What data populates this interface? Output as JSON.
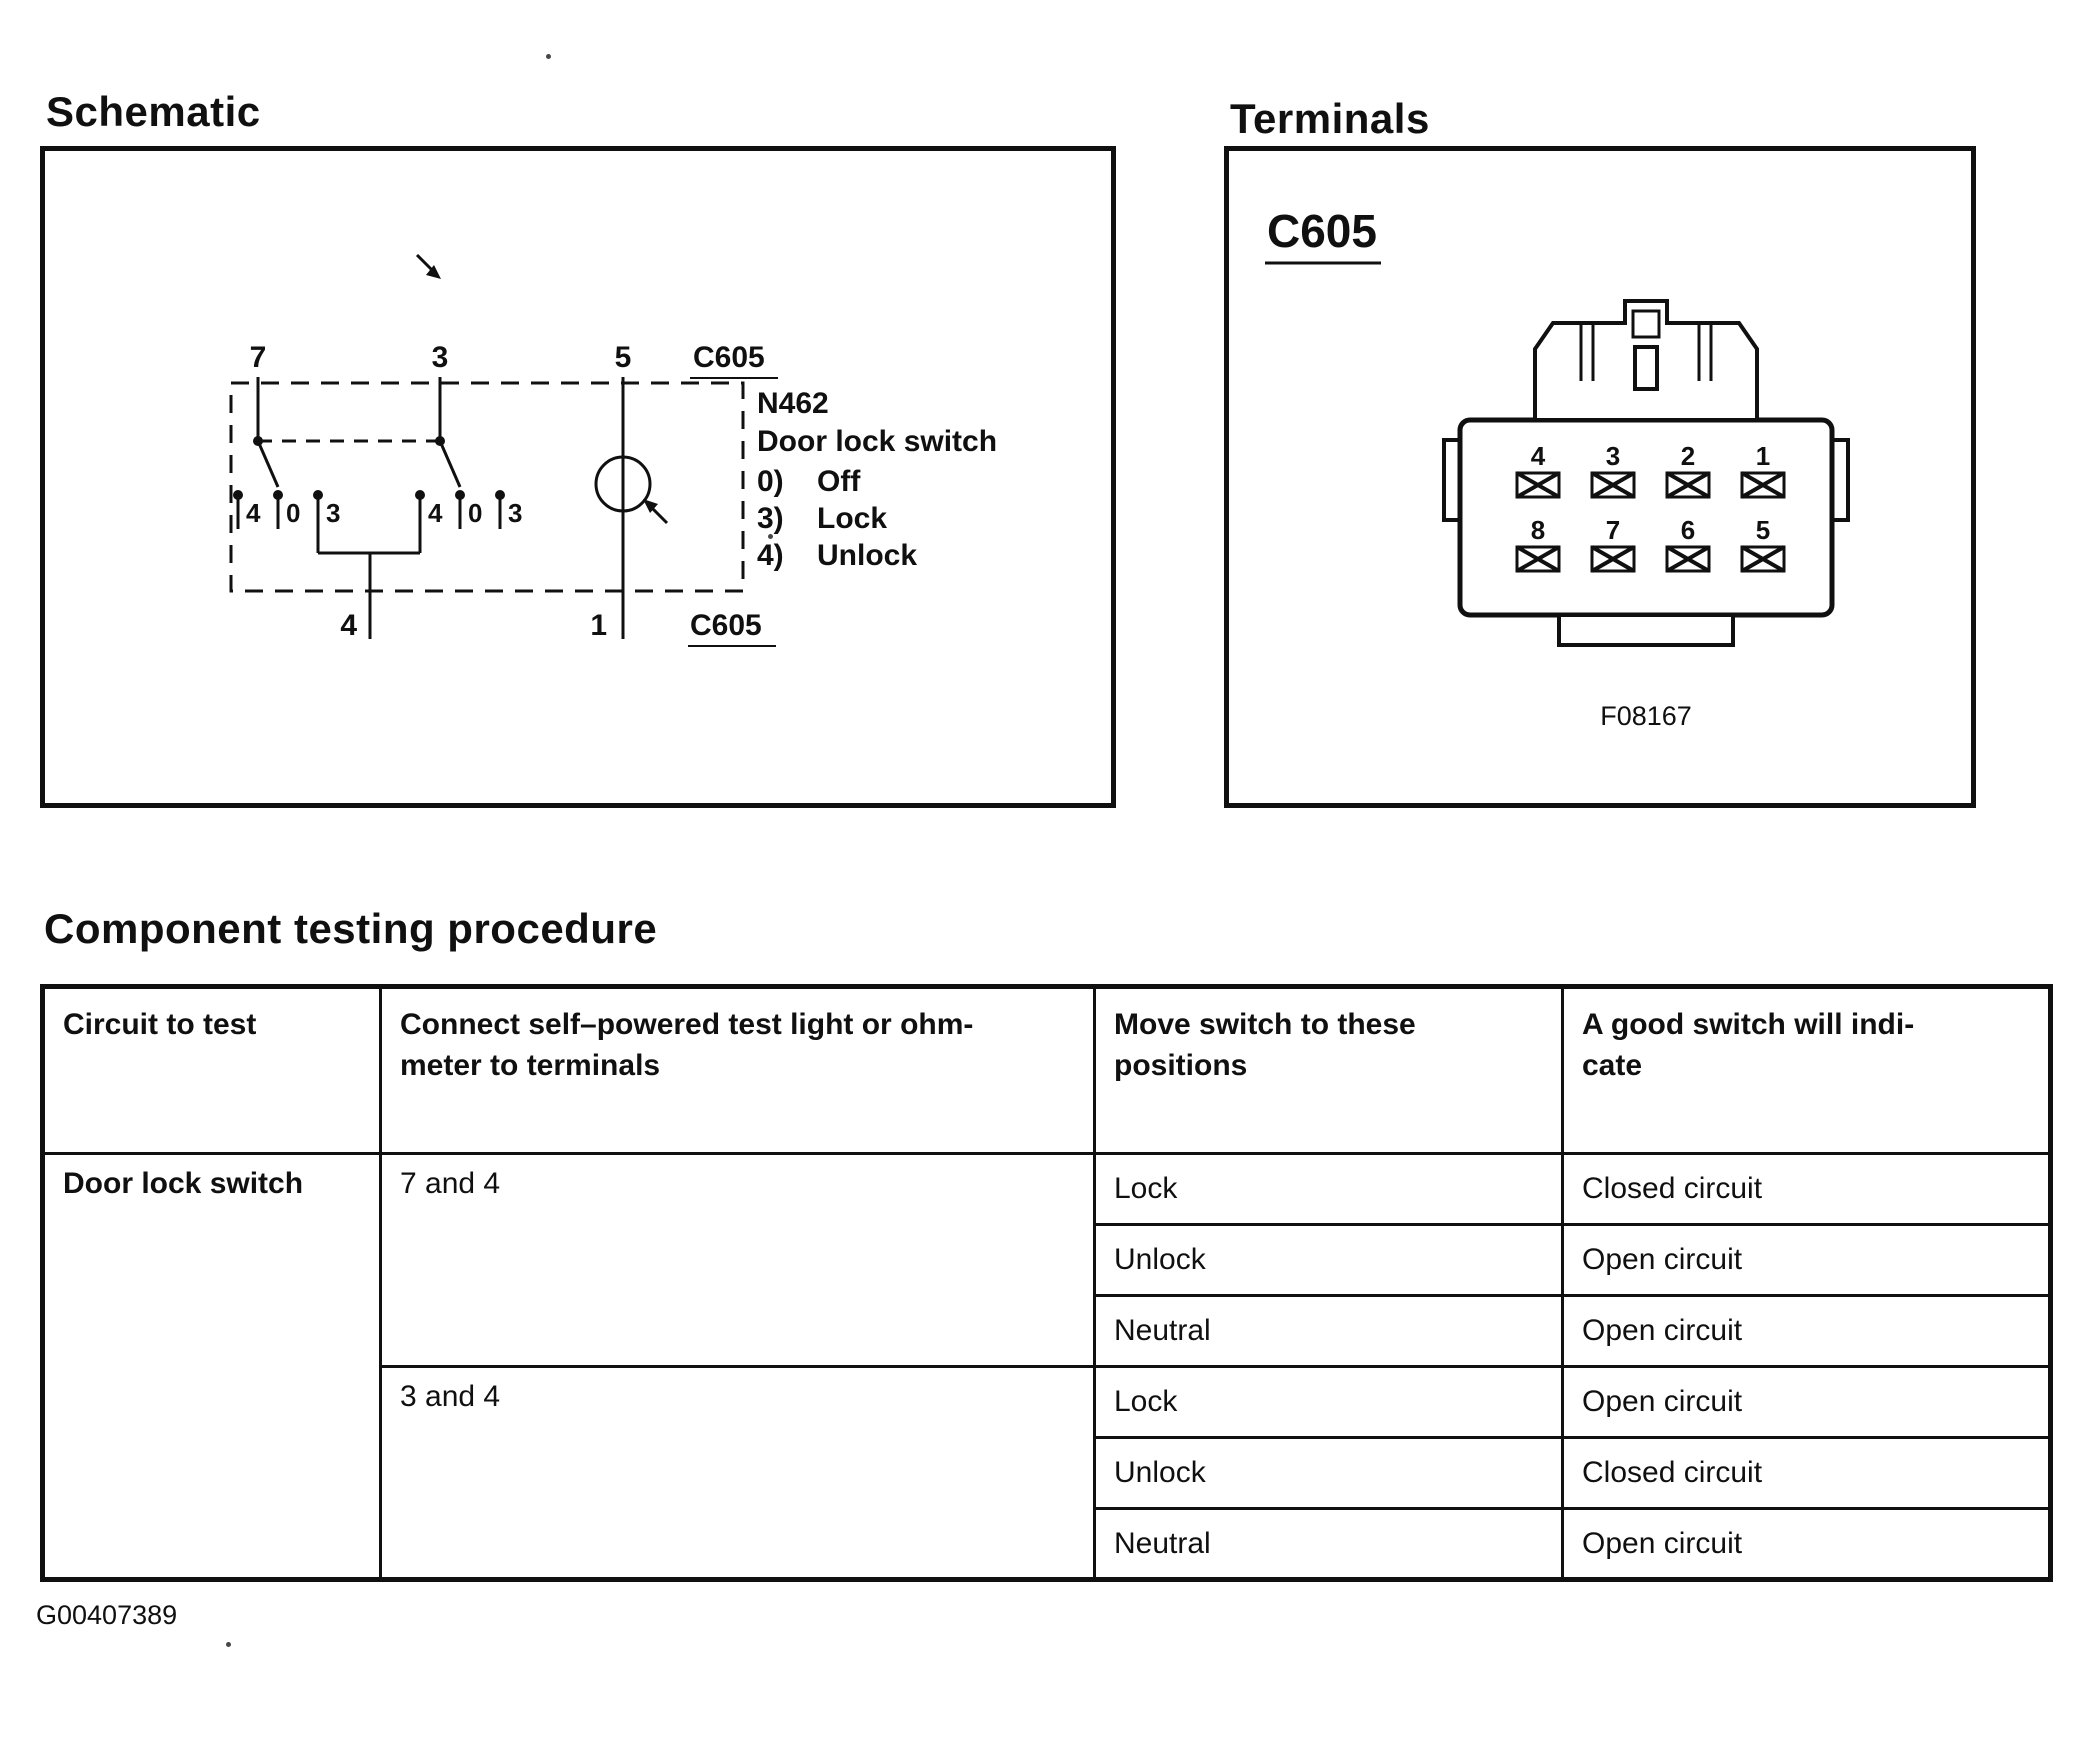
{
  "page": {
    "figure_id": "G00407389"
  },
  "schematic": {
    "title": "Schematic",
    "connector_top": "C605",
    "connector_bottom": "C605",
    "top_pins": [
      "7",
      "3",
      "5"
    ],
    "bottom_pins": [
      "4",
      "1"
    ],
    "switch1_pins": [
      "4",
      "0",
      "3"
    ],
    "switch2_pins": [
      "4",
      "0",
      "3"
    ],
    "component": {
      "id": "N462",
      "name": "Door lock switch",
      "positions": [
        {
          "num": "0)",
          "label": "Off"
        },
        {
          "num": "3)",
          "label": "Lock"
        },
        {
          "num": "4)",
          "label": "Unlock"
        }
      ]
    }
  },
  "terminals": {
    "title": "Terminals",
    "connector_id": "C605",
    "top_row": [
      "4",
      "3",
      "2",
      "1"
    ],
    "bottom_row": [
      "8",
      "7",
      "6",
      "5"
    ],
    "figure_ref": "F08167"
  },
  "testing": {
    "title": "Component testing procedure",
    "headers": [
      "Circuit to test",
      "Connect self–powered test light or ohm-\nmeter to terminals",
      "Move switch to these\npositions",
      "A good switch will indi-\ncate"
    ],
    "circuit": "Door lock switch",
    "groups": [
      {
        "terminals": "7 and 4",
        "rows": [
          {
            "position": "Lock",
            "result": "Closed circuit"
          },
          {
            "position": "Unlock",
            "result": "Open circuit"
          },
          {
            "position": "Neutral",
            "result": "Open circuit"
          }
        ]
      },
      {
        "terminals": "3 and 4",
        "rows": [
          {
            "position": "Lock",
            "result": "Open circuit"
          },
          {
            "position": "Unlock",
            "result": "Closed circuit"
          },
          {
            "position": "Neutral",
            "result": "Open circuit"
          }
        ]
      }
    ]
  }
}
